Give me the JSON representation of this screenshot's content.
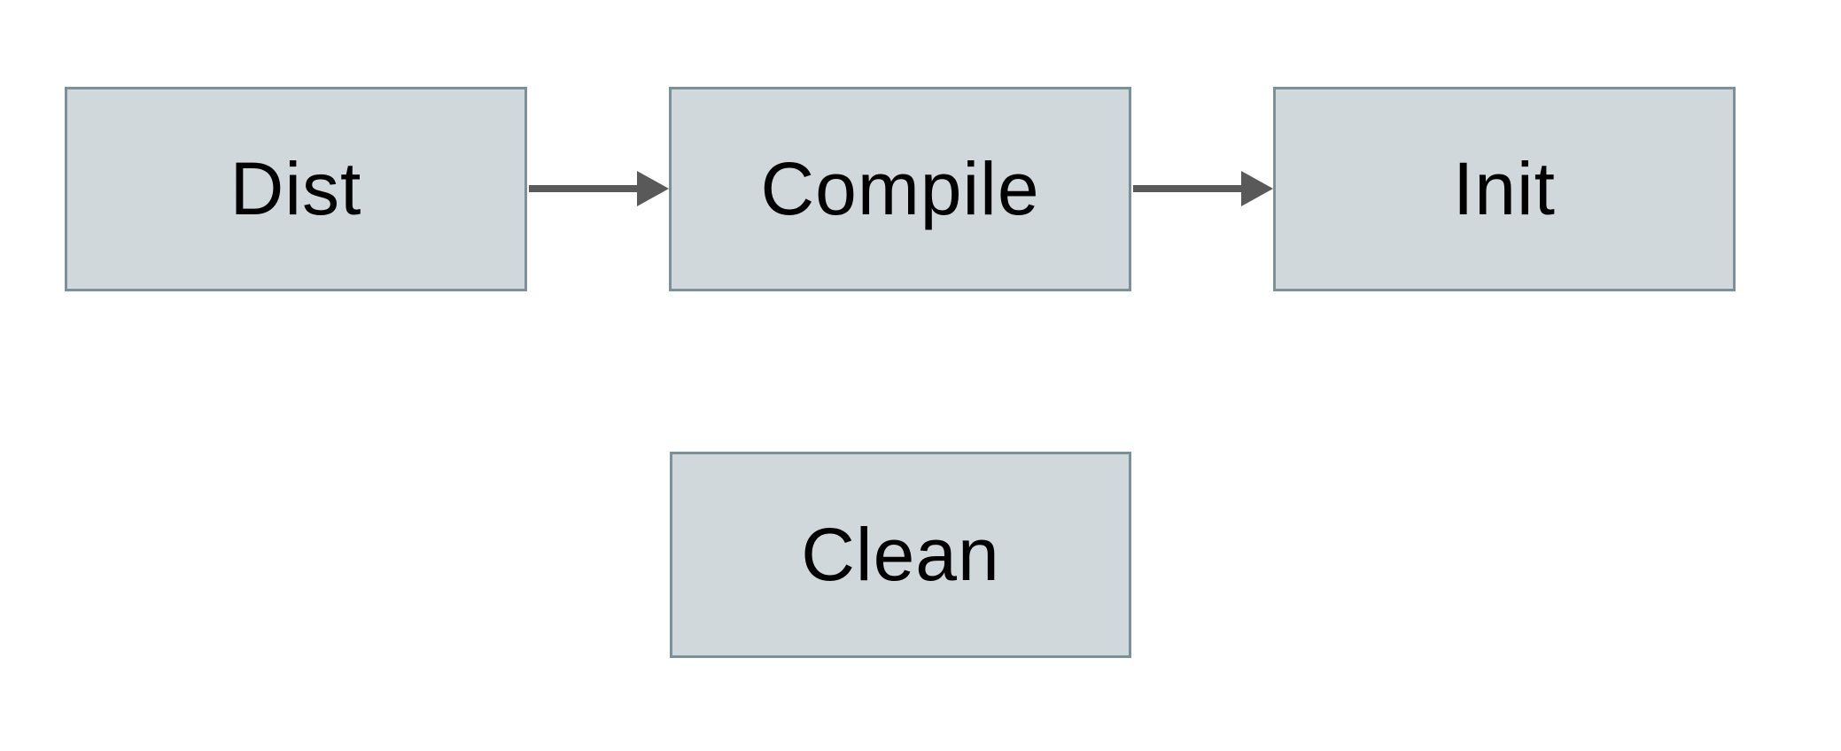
{
  "diagram": {
    "title": "build-targets-flowchart",
    "nodes": [
      {
        "id": "dist",
        "label": "Dist"
      },
      {
        "id": "compile",
        "label": "Compile"
      },
      {
        "id": "init",
        "label": "Init"
      },
      {
        "id": "clean",
        "label": "Clean"
      }
    ],
    "edges": [
      {
        "from": "Dist",
        "to": "Compile",
        "style": "solid-arrow-right"
      },
      {
        "from": "Compile",
        "to": "Init",
        "style": "solid-arrow-right"
      }
    ],
    "colors": {
      "background": "#ffffff",
      "node_fill": "#d0d8db",
      "node_border": "#7a919c",
      "node_text": "#000000",
      "arrow": "#595959"
    }
  }
}
